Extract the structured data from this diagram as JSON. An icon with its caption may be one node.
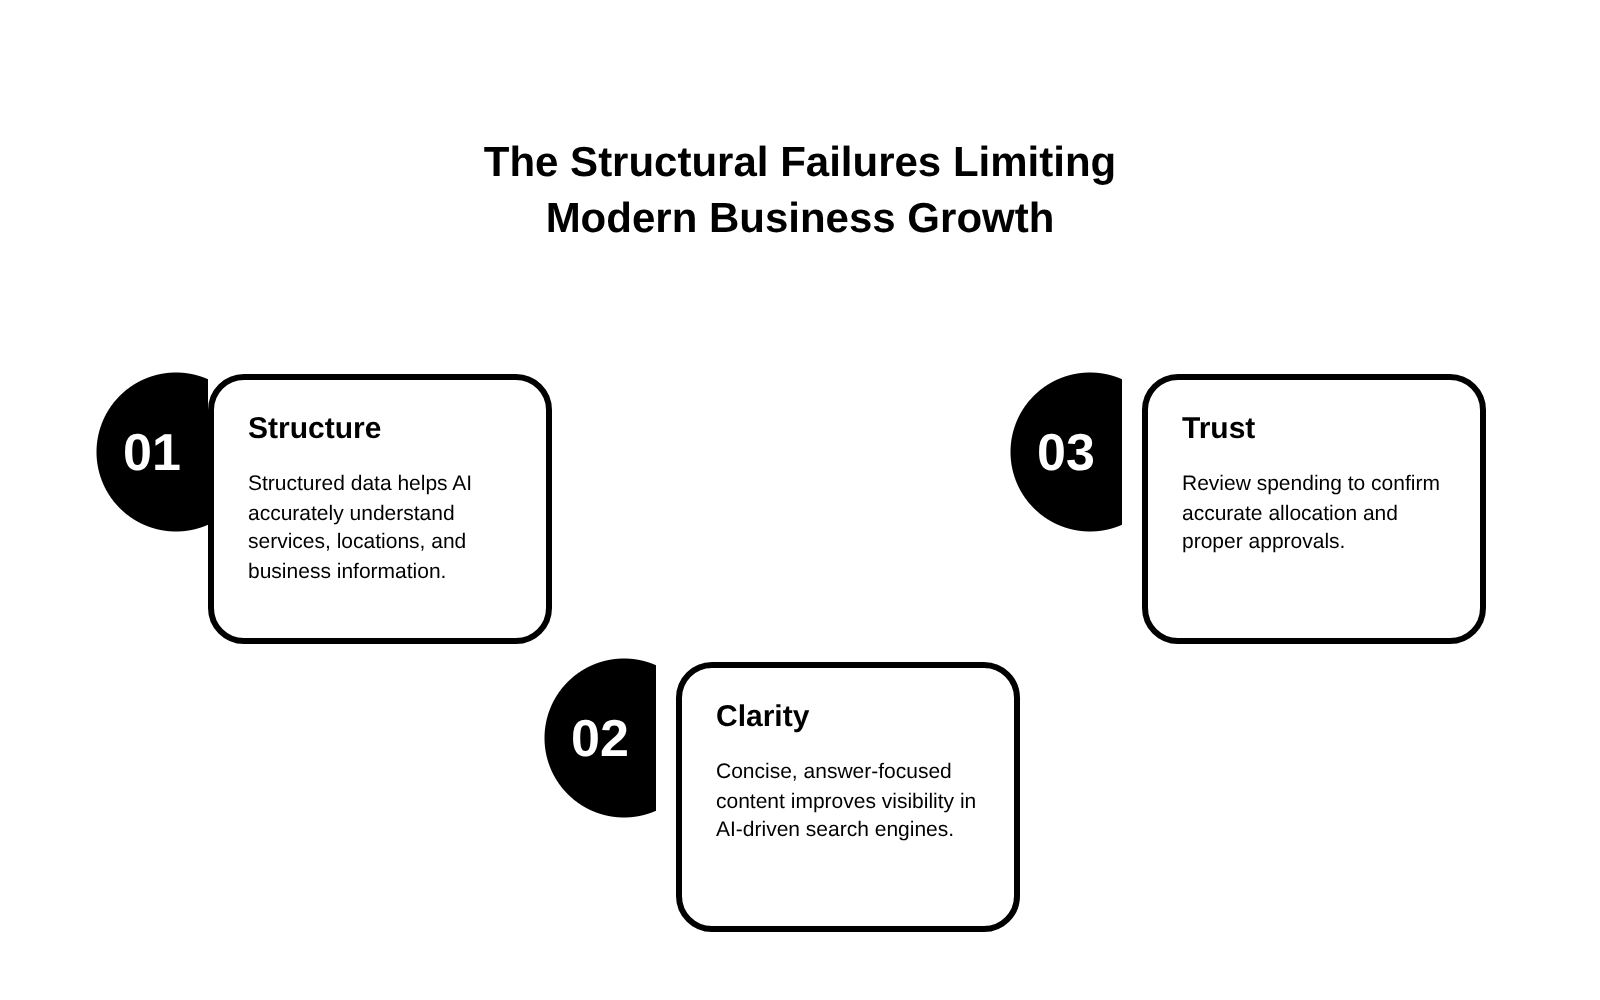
{
  "diagram": {
    "title": "The Structural Failures Limiting Modern Business Growth",
    "nodes": [
      {
        "text": [
          "01"
        ]
      },
      {
        "text": [
          "Structure",
          "Structured data helps AI accurately understand services, locations, and business information."
        ]
      },
      {
        "text": [
          "02"
        ]
      },
      {
        "text": [
          "Clarity",
          "Concise, answer-focused content improves visibility in AI-driven search engines."
        ]
      },
      {
        "text": [
          "03"
        ]
      },
      {
        "text": [
          "Trust",
          "Review spending to confirm accurate allocation and proper approvals."
        ]
      }
    ]
  }
}
